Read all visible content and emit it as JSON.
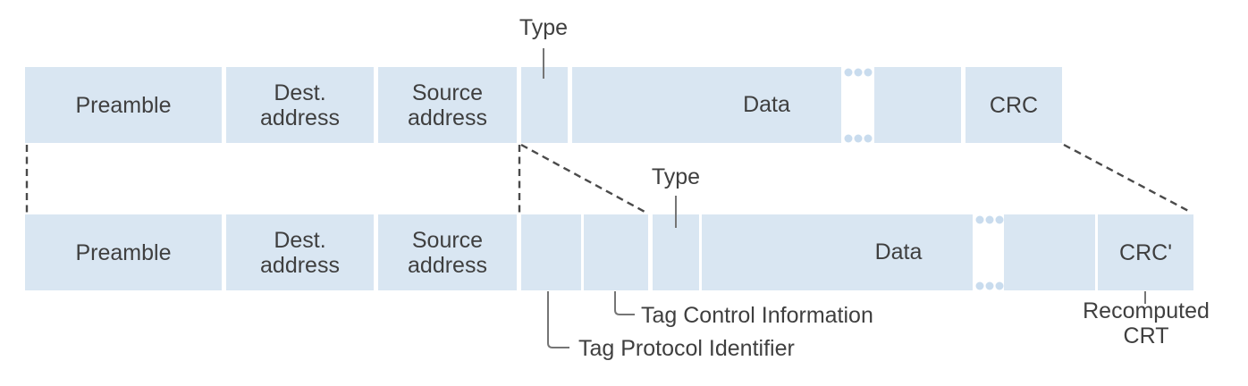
{
  "colors": {
    "cell_fill": "#d9e6f2",
    "ellipsis_dots": "#c9dcee",
    "text": "#3f3f3f",
    "pointer_line": "#757575",
    "dashed_line": "#4a4a4a"
  },
  "original_frame": {
    "preamble": "Preamble",
    "dest_address": "Dest.\naddress",
    "source_address": "Source\naddress",
    "type_annotation": "Type",
    "data": "Data",
    "crc": "CRC"
  },
  "tagged_frame": {
    "preamble": "Preamble",
    "dest_address": "Dest.\naddress",
    "source_address": "Source\naddress",
    "type_annotation": "Type",
    "data": "Data",
    "crc": "CRC'"
  },
  "annotations": {
    "tag_protocol_identifier": "Tag Protocol Identifier",
    "tag_control_information": "Tag Control Information",
    "recomputed_crc": "Recomputed\nCRT"
  }
}
